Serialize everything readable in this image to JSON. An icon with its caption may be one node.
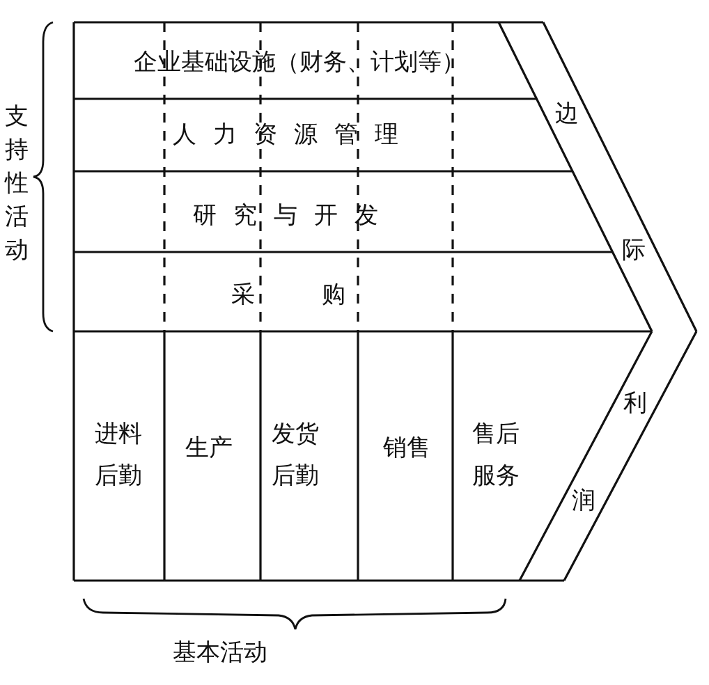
{
  "diagram": {
    "nodes": [
      {
        "text": [
          "企业基础设施（财务、计划等）"
        ]
      },
      {
        "text": [
          "人力资源管理"
        ]
      },
      {
        "text": [
          "研究与开发"
        ]
      },
      {
        "text": [
          "采购"
        ]
      },
      {
        "text": [
          "进料后勤"
        ]
      },
      {
        "text": [
          "生产"
        ]
      },
      {
        "text": [
          "发货后勤"
        ]
      },
      {
        "text": [
          "销售"
        ]
      },
      {
        "text": [
          "售后服务"
        ]
      },
      {
        "text": [
          "边",
          "际",
          "利",
          "润"
        ]
      }
    ],
    "labels": [
      "支持性活动",
      "基本活动"
    ]
  }
}
